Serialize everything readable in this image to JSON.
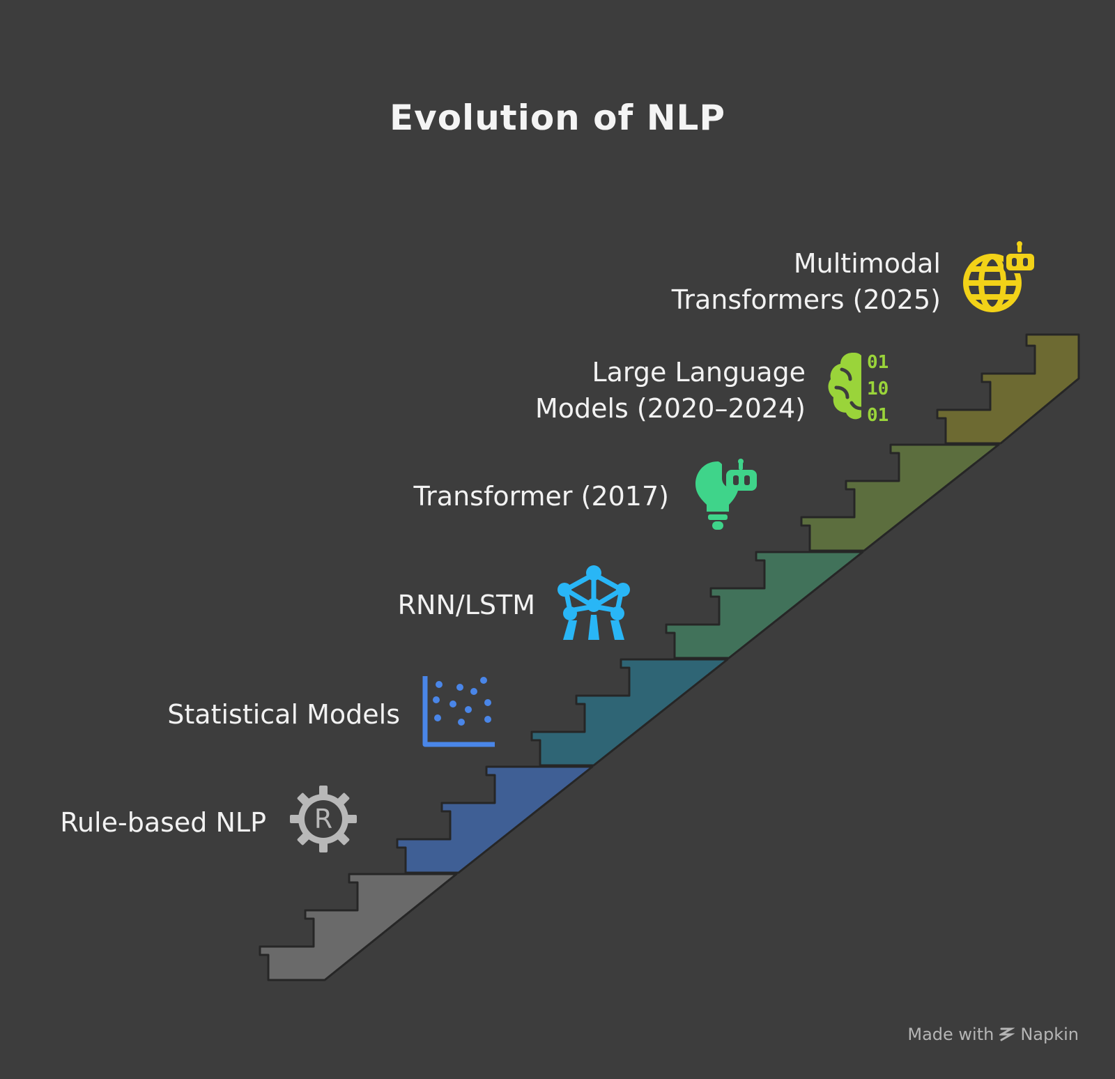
{
  "title": "Evolution of NLP",
  "stages": [
    {
      "line1": "Rule-based NLP",
      "line2": "",
      "color": "#6a6a6a",
      "icon": "registered-gear-icon"
    },
    {
      "line1": "Statistical Models",
      "line2": "",
      "color": "#3f5f95",
      "icon": "scatter-plot-icon"
    },
    {
      "line1": "RNN/LSTM",
      "line2": "",
      "color": "#2f6575",
      "icon": "network-nodes-icon"
    },
    {
      "line1": "Transformer (2017)",
      "line2": "",
      "color": "#41725a",
      "icon": "lightbulb-robot-icon"
    },
    {
      "line1": "Large Language",
      "line2": "Models (2020–2024)",
      "color": "#5c6e3e",
      "icon": "brain-binary-icon"
    },
    {
      "line1": "Multimodal",
      "line2": "Transformers (2025)",
      "color": "#6d6a32",
      "icon": "globe-robot-icon"
    }
  ],
  "icon_colors": {
    "registered-gear-icon": "#b8b8b8",
    "scatter-plot-icon": "#4a86e8",
    "network-nodes-icon": "#29b6f6",
    "lightbulb-robot-icon": "#3fd48a",
    "brain-binary-icon": "#9ad43a",
    "globe-robot-icon": "#f2d218"
  },
  "footer": {
    "made_with": "Made with",
    "brand": "Napkin"
  }
}
